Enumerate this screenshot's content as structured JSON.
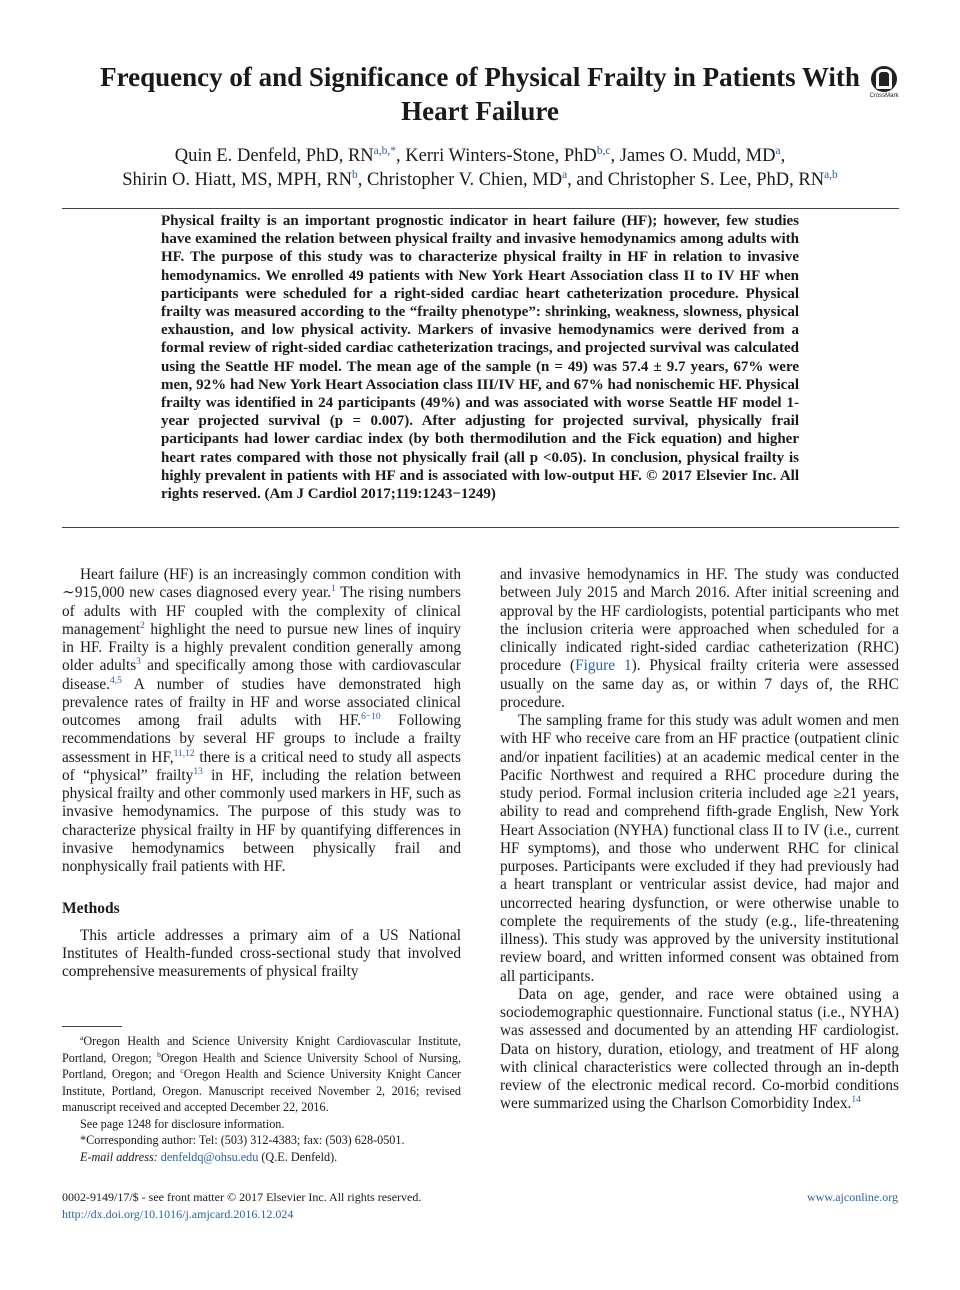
{
  "title": "Frequency of and Significance of Physical Frailty in Patients With Heart Failure",
  "crossmark_label": "CrossMark",
  "authors": {
    "line1": [
      {
        "name": "Quin E. Denfeld, PhD, RN",
        "sup": "a,b,",
        "star": "*"
      },
      {
        "name": ", Kerri Winters-Stone, PhD",
        "sup": "b,c"
      },
      {
        "name": ", James O. Mudd, MD",
        "sup": "a"
      },
      {
        "name": ",",
        "sup": ""
      }
    ],
    "line2": [
      {
        "name": "Shirin O. Hiatt, MS, MPH, RN",
        "sup": "b"
      },
      {
        "name": ", Christopher V. Chien, MD",
        "sup": "a"
      },
      {
        "name": ", and Christopher S. Lee, PhD, RN",
        "sup": "a,b"
      }
    ]
  },
  "abstract": "Physical frailty is an important prognostic indicator in heart failure (HF); however, few studies have examined the relation between physical frailty and invasive hemodynamics among adults with HF. The purpose of this study was to characterize physical frailty in HF in relation to invasive hemodynamics. We enrolled 49 patients with New York Heart Association class II to IV HF when participants were scheduled for a right-sided cardiac heart catheterization procedure. Physical frailty was measured according to the “frailty phenotype”: shrinking, weakness, slowness, physical exhaustion, and low physical activity. Markers of invasive hemodynamics were derived from a formal review of right-sided cardiac catheterization tracings, and projected survival was calculated using the Seattle HF model. The mean age of the sample (n = 49) was 57.4 ± 9.7 years, 67% were men, 92% had New York Heart Association class III/IV HF, and 67% had nonischemic HF. Physical frailty was identified in 24 participants (49%) and was associated with worse Seattle HF model 1-year projected survival (p = 0.007). After adjusting for projected survival, physically frail participants had lower cardiac index (by both thermodilution and the Fick equation) and higher heart rates compared with those not physically frail (all p <0.05). In conclusion, physical frailty is highly prevalent in patients with HF and is associated with low-output HF.   © 2017 Elsevier Inc. All rights reserved. (Am J Cardiol 2017;119:1243−1249)",
  "left_column": {
    "intro": [
      {
        "t": "Heart failure (HF) is an increasingly common condition with ∼915,000 new cases diagnosed every year."
      },
      {
        "s": "1"
      },
      {
        "t": " The rising numbers of adults with HF coupled with the complexity of clinical management"
      },
      {
        "s": "2"
      },
      {
        "t": " highlight the need to pursue new lines of inquiry in HF. Frailty is a highly prevalent condition generally among older adults"
      },
      {
        "s": "3"
      },
      {
        "t": " and specifically among those with cardiovascular disease."
      },
      {
        "s": "4,5"
      },
      {
        "t": " A number of studies have demonstrated high prevalence rates of frailty in HF and worse associated clinical outcomes among frail adults with HF."
      },
      {
        "s": "6−10"
      },
      {
        "t": " Following recommendations by several HF groups to include a frailty assessment in HF,"
      },
      {
        "s": "11,12"
      },
      {
        "t": " there is a critical need to study all aspects of “physical” frailty"
      },
      {
        "s": "13"
      },
      {
        "t": " in HF, including the relation between physical frailty and other commonly used markers in HF, such as invasive hemodynamics. The purpose of this study was to characterize physical frailty in HF by quantifying differences in invasive hemodynamics between physically frail and nonphysically frail patients with HF."
      }
    ],
    "methods_heading": "Methods",
    "methods_p1": "This article addresses a primary aim of a US National Institutes of Health-funded cross-sectional study that involved comprehensive measurements of physical frailty"
  },
  "right_column": {
    "p1": [
      {
        "t": "and invasive hemodynamics in HF. The study was conducted between July 2015 and March 2016. After initial screening and approval by the HF cardiologists, potential participants who met the inclusion criteria were approached when scheduled for a clinically indicated right-sided cardiac catheterization (RHC) procedure ("
      },
      {
        "l": "Figure 1"
      },
      {
        "t": "). Physical frailty criteria were assessed usually on the same day as, or within 7 days of, the RHC procedure."
      }
    ],
    "p2": "The sampling frame for this study was adult women and men with HF who receive care from an HF practice (outpatient clinic and/or inpatient facilities) at an academic medical center in the Pacific Northwest and required a RHC procedure during the study period. Formal inclusion criteria included age ≥21 years, ability to read and comprehend fifth-grade English, New York Heart Association (NYHA) functional class II to IV (i.e., current HF symptoms), and those who underwent RHC for clinical purposes. Participants were excluded if they had previously had a heart transplant or ventricular assist device, had major and uncorrected hearing dysfunction, or were otherwise unable to complete the requirements of the study (e.g., life-threatening illness). This study was approved by the university institutional review board, and written informed consent was obtained from all participants.",
    "p3": [
      {
        "t": "Data on age, gender, and race were obtained using a sociodemographic questionnaire. Functional status (i.e., NYHA) was assessed and documented by an attending HF cardiologist. Data on history, duration, etiology, and treatment of HF along with clinical characteristics were collected through an in-depth review of the electronic medical record. Co-morbid conditions were summarized using the Charlson Comorbidity Index."
      },
      {
        "s": "14"
      }
    ]
  },
  "footnotes": {
    "affil_a_sup": "a",
    "affil_a": "Oregon Health and Science University Knight Cardiovascular Institute, Portland, Oregon; ",
    "affil_b_sup": "b",
    "affil_b": "Oregon Health and Science University School of Nursing, Portland, Oregon; and ",
    "affil_c_sup": "c",
    "affil_c": "Oregon Health and Science University Knight Cancer Institute, Portland, Oregon. Manuscript received November 2, 2016; revised manuscript received and accepted December 22, 2016.",
    "disclosure": "See page 1248 for disclosure information.",
    "corresponding": "*Corresponding author: Tel: (503) 312-4383; fax: (503) 628-0501.",
    "email_label": "E-mail address: ",
    "email": "denfeldq@ohsu.edu",
    "email_suffix": " (Q.E. Denfeld)."
  },
  "bottom": {
    "issn": "0002-9149/17/$ - see front matter © 2017 Elsevier Inc. All rights reserved.",
    "doi": "http://dx.doi.org/10.1016/j.amjcard.2016.12.024",
    "website": "www.ajconline.org"
  },
  "colors": {
    "link": "#2b5fa6",
    "text": "#1a1a1a"
  }
}
